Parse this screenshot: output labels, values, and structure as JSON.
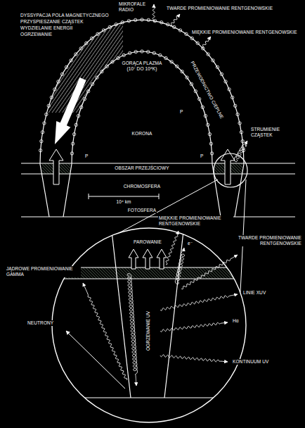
{
  "diagram": {
    "labels": [
      "MIKROFALE RADIO",
      "TWARDE PROMIENIOWANIE RENTGENOWSKIE",
      "DYSSYPACJA POLA MAGNETYCZNEGO",
      "PRZYSPIESZANIE CZĄSTEK",
      "WYDZIELANIE ENERGII",
      "OGRZEWANIE",
      "MIĘKKIE PROMIENIOWANIE RENTGENOWSKIE",
      "GORĄCA PLAZMA (10⁷ DO 10⁸K)",
      "PRZEWODNICTWO CIEPLNE",
      "P",
      "P",
      "P",
      "KORONA",
      "STRUMIENIE CZĄSTEK",
      "OBSZAR PRZEJŚCIOWY",
      "CHROMOSFERA",
      "10⁴ km",
      "FOTOSFERA",
      "MIĘKKIE PROMIENIOWANIE RENTGENOWSKIE",
      "TWARDE PROMIENIOWANIE RENTGENOWSKIE",
      "PAROWANIE",
      "e⁻",
      "JĄDROWE PROMIENIOWANIE GAMMA",
      "LINIE XUV",
      "NEUTRONY",
      "Hα",
      "OGRZEWANIE UV",
      "KONTINUUM UV"
    ]
  }
}
